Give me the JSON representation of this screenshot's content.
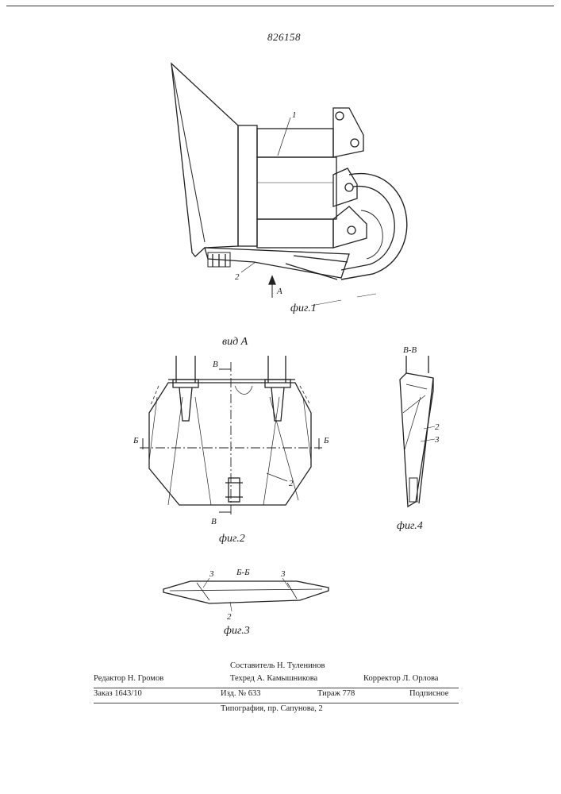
{
  "patent_number": "826158",
  "figures": {
    "fig1": {
      "caption": "фиг.1",
      "label_part1": "1",
      "label_part2": "2",
      "view_arrow": "A"
    },
    "fig2": {
      "caption": "фиг.2",
      "view_label": "вид А",
      "section_b": "Б",
      "section_v": "В",
      "label_part2": "2"
    },
    "fig3": {
      "caption": "фиг.3",
      "section_title": "Б-Б",
      "label_3": "3",
      "label_2": "2"
    },
    "fig4": {
      "caption": "фиг.4",
      "section_title": "В-В",
      "label_2": "2",
      "label_3": "3"
    }
  },
  "colophon": {
    "compiler": "Составитель Н. Туленинов",
    "editor": "Редактор Н. Громов",
    "techred": "Техред А. Камышникова",
    "corrector": "Корректор Л. Орлова",
    "order": "Заказ 1643/10",
    "edition": "Изд. № 633",
    "print_run": "Тираж 778",
    "subscription": "Подписное",
    "printer": "Типография, пр. Сапунова, 2"
  }
}
